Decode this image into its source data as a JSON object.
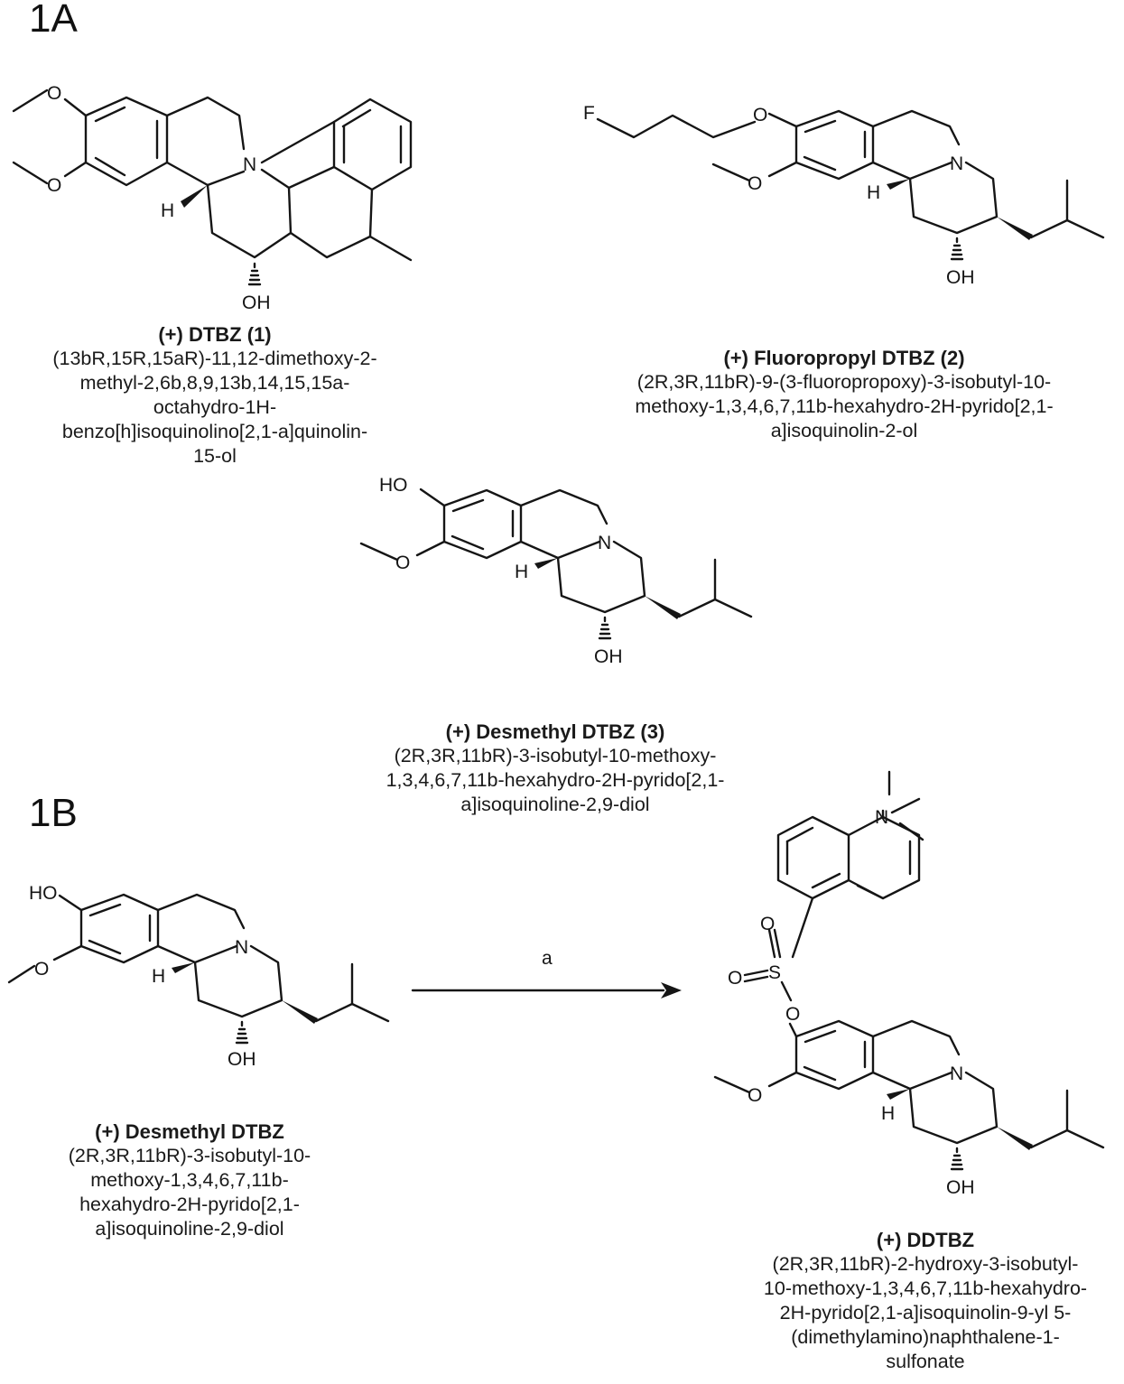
{
  "panels": {
    "a": "1A",
    "b": "1B"
  },
  "atoms": {
    "o": "O",
    "n": "N",
    "h": "H",
    "oh": "OH",
    "ho": "HO",
    "f": "F",
    "s": "S"
  },
  "reaction": {
    "reagent": "a"
  },
  "compounds": {
    "dtbz": {
      "title": "(+) DTBZ (1)",
      "lines": [
        "(13bR,15R,15aR)-11,12-dimethoxy-2-",
        "methyl-2,6b,8,9,13b,14,15,15a-",
        "octahydro-1H-",
        "benzo[h]isoquinolino[2,1-a]quinolin-",
        "15-ol"
      ]
    },
    "fluoropropyl": {
      "title": "(+) Fluoropropyl DTBZ (2)",
      "lines": [
        "(2R,3R,11bR)-9-(3-fluoropropoxy)-3-isobutyl-10-",
        "methoxy-1,3,4,6,7,11b-hexahydro-2H-pyrido[2,1-",
        "a]isoquinolin-2-ol"
      ]
    },
    "desmethyl3": {
      "title": "(+) Desmethyl DTBZ (3)",
      "lines": [
        "(2R,3R,11bR)-3-isobutyl-10-methoxy-",
        "1,3,4,6,7,11b-hexahydro-2H-pyrido[2,1-",
        "a]isoquinoline-2,9-diol"
      ]
    },
    "desmethyl": {
      "title": "(+) Desmethyl DTBZ",
      "lines": [
        "(2R,3R,11bR)-3-isobutyl-10-",
        "methoxy-1,3,4,6,7,11b-",
        "hexahydro-2H-pyrido[2,1-",
        "a]isoquinoline-2,9-diol"
      ]
    },
    "ddtbz": {
      "title": "(+) DDTBZ",
      "lines": [
        "(2R,3R,11bR)-2-hydroxy-3-isobutyl-",
        "10-methoxy-1,3,4,6,7,11b-hexahydro-",
        "2H-pyrido[2,1-a]isoquinolin-9-yl 5-",
        "(dimethylamino)naphthalene-1-",
        "sulfonate"
      ]
    }
  }
}
